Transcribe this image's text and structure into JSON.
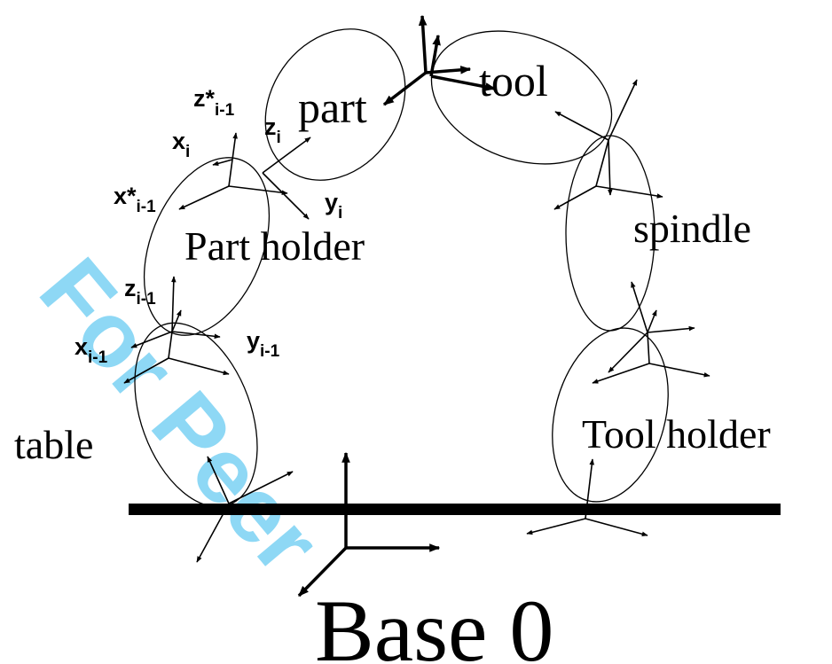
{
  "watermark": "For Peer",
  "links": {
    "part": "part",
    "tool": "tool",
    "spindle": "spindle",
    "part_holder": "Part holder",
    "table": "table",
    "tool_holder": "Tool holder",
    "base": "Base 0"
  },
  "frames": {
    "z_star": {
      "main": "z*",
      "sub": "i-1"
    },
    "z_i": {
      "main": "z",
      "sub": "i"
    },
    "x_i": {
      "main": "x",
      "sub": "i"
    },
    "y_i": {
      "main": "y",
      "sub": "i"
    },
    "x_star": {
      "main": "x*",
      "sub": "i-1"
    },
    "z_prev": {
      "main": "z",
      "sub": "i-1"
    },
    "x_prev": {
      "main": "x",
      "sub": "i-1"
    },
    "y_prev": {
      "main": "y",
      "sub": "i-1"
    }
  },
  "colors": {
    "ink": "#000000",
    "watermark": "#8ed8f5"
  }
}
